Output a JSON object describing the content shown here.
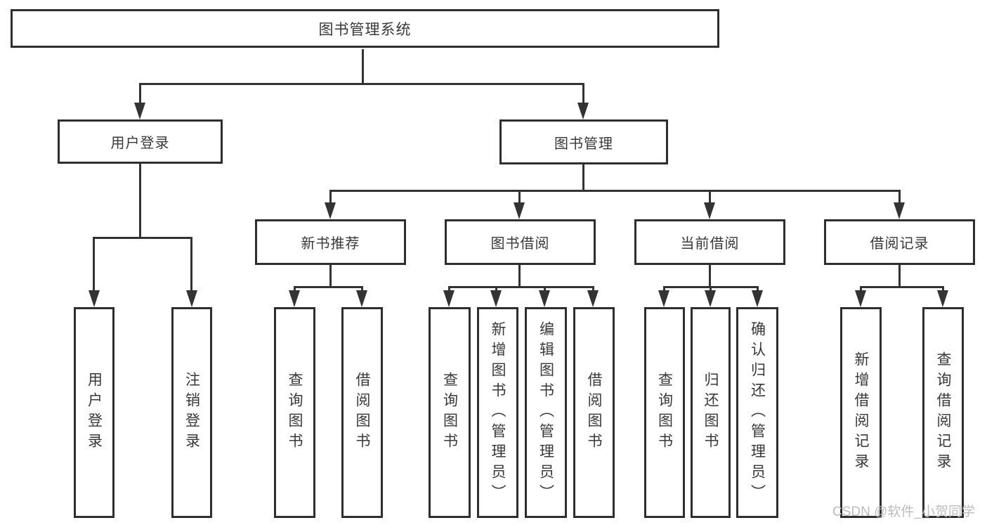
{
  "diagram": {
    "title": "图书管理系统",
    "watermark": "CSDN @软件_小贺同学",
    "colors": {
      "line": "#333333",
      "border": "#2e2e2e",
      "text": "#383838",
      "watermark": "#bcbcbc",
      "background": "#ffffff"
    },
    "level2": {
      "user_login": "用户登录",
      "book_mgmt": "图书管理"
    },
    "level3": {
      "new_books": "新书推荐",
      "borrowing": "图书借阅",
      "current": "当前借阅",
      "records": "借阅记录"
    },
    "leaves": {
      "user": [
        "用户登录",
        "注销登录"
      ],
      "new_books": [
        "查询图书",
        "借阅图书"
      ],
      "borrowing": [
        "查询图书",
        "新增图书（管理员）",
        "编辑图书（管理员）",
        "借阅图书"
      ],
      "current": [
        "查询图书",
        "归还图书",
        "确认归还（管理员）"
      ],
      "records": [
        "新增借阅记录",
        "查询借阅记录"
      ]
    }
  }
}
